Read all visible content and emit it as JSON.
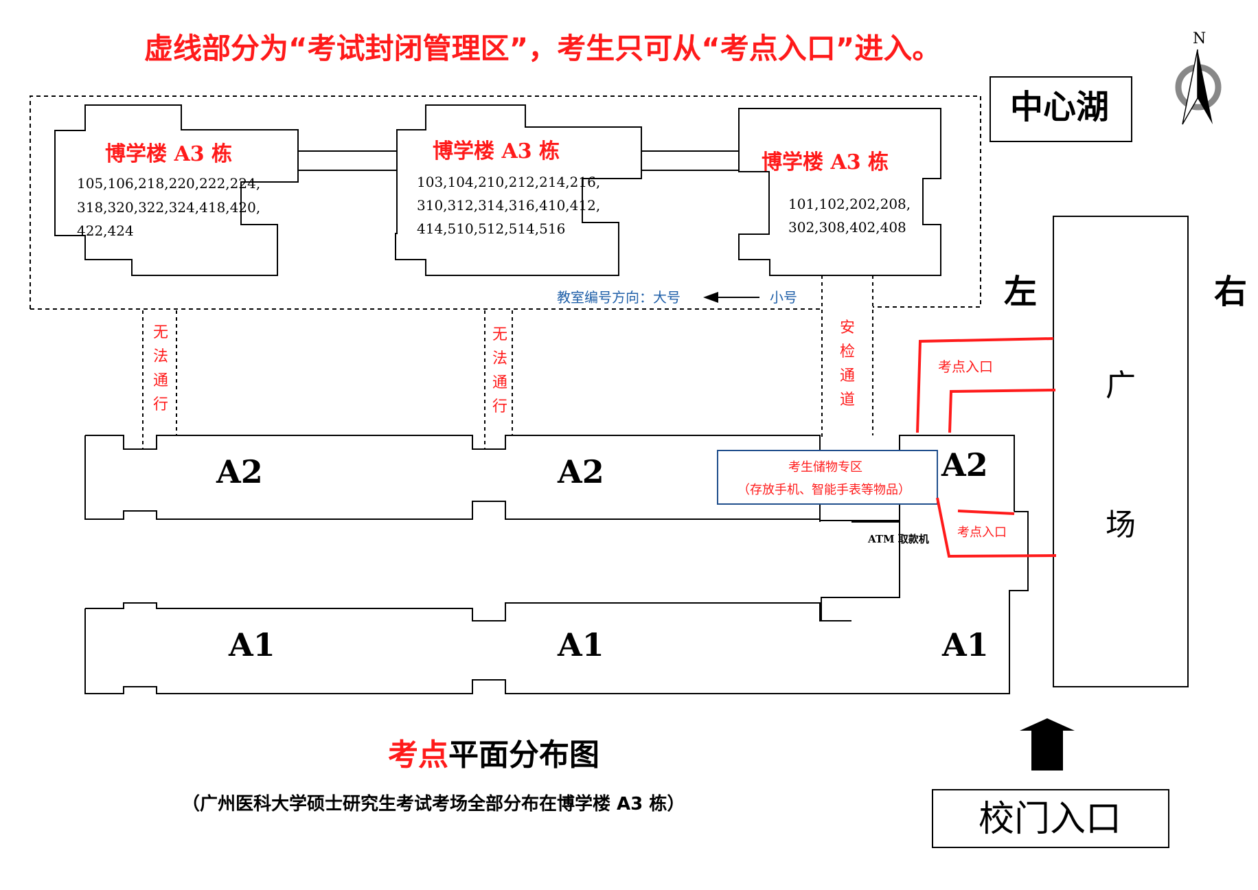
{
  "notice": "虚线部分为“考试封闭管理区”，考生只可从“考点入口”进入。",
  "compass": {
    "north_label": "N"
  },
  "landmarks": {
    "lake": "中心湖",
    "gate": "校门入口",
    "plaza_chars": [
      "广",
      "场"
    ],
    "left": "左",
    "right": "右"
  },
  "buildings_a3": [
    {
      "title": "博学楼 A3 栋",
      "rooms": [
        "105,106,218,220,222,224,",
        "318,320,322,324,418,420,",
        "422,424"
      ]
    },
    {
      "title": "博学楼 A3 栋",
      "rooms": [
        "103,104,210,212,214,216,",
        "310,312,314,316,410,412,",
        "414,510,512,514,516"
      ]
    },
    {
      "title": "博学楼 A3 栋",
      "rooms": [
        "101,102,202,208,",
        "302,308,402,408"
      ]
    }
  ],
  "room_direction": {
    "label": "教室编号方向：大号",
    "small": "小号"
  },
  "passages": {
    "blocked_1": "无法通行",
    "blocked_2": "无法通行",
    "security": "安检通道"
  },
  "entrances": {
    "upper": "考点入口",
    "lower": "考点入口"
  },
  "storage": {
    "title": "考生储物专区",
    "note": "（存放手机、智能手表等物品）"
  },
  "atm": "ATM 取款机",
  "block_labels": {
    "a2_left": "A2",
    "a2_mid": "A2",
    "a2_right": "A2",
    "a1_left": "A1",
    "a1_mid": "A1",
    "a1_right": "A1"
  },
  "footer": {
    "title_red": "考点",
    "title_black": "平面分布图",
    "subtitle": "（广州医科大学硕士研究生考试考场全部分布在博学楼 A3 栋）"
  },
  "colors": {
    "accent_red": "#ff1a1a",
    "info_blue": "#1f5fa8",
    "outline": "#000000"
  }
}
